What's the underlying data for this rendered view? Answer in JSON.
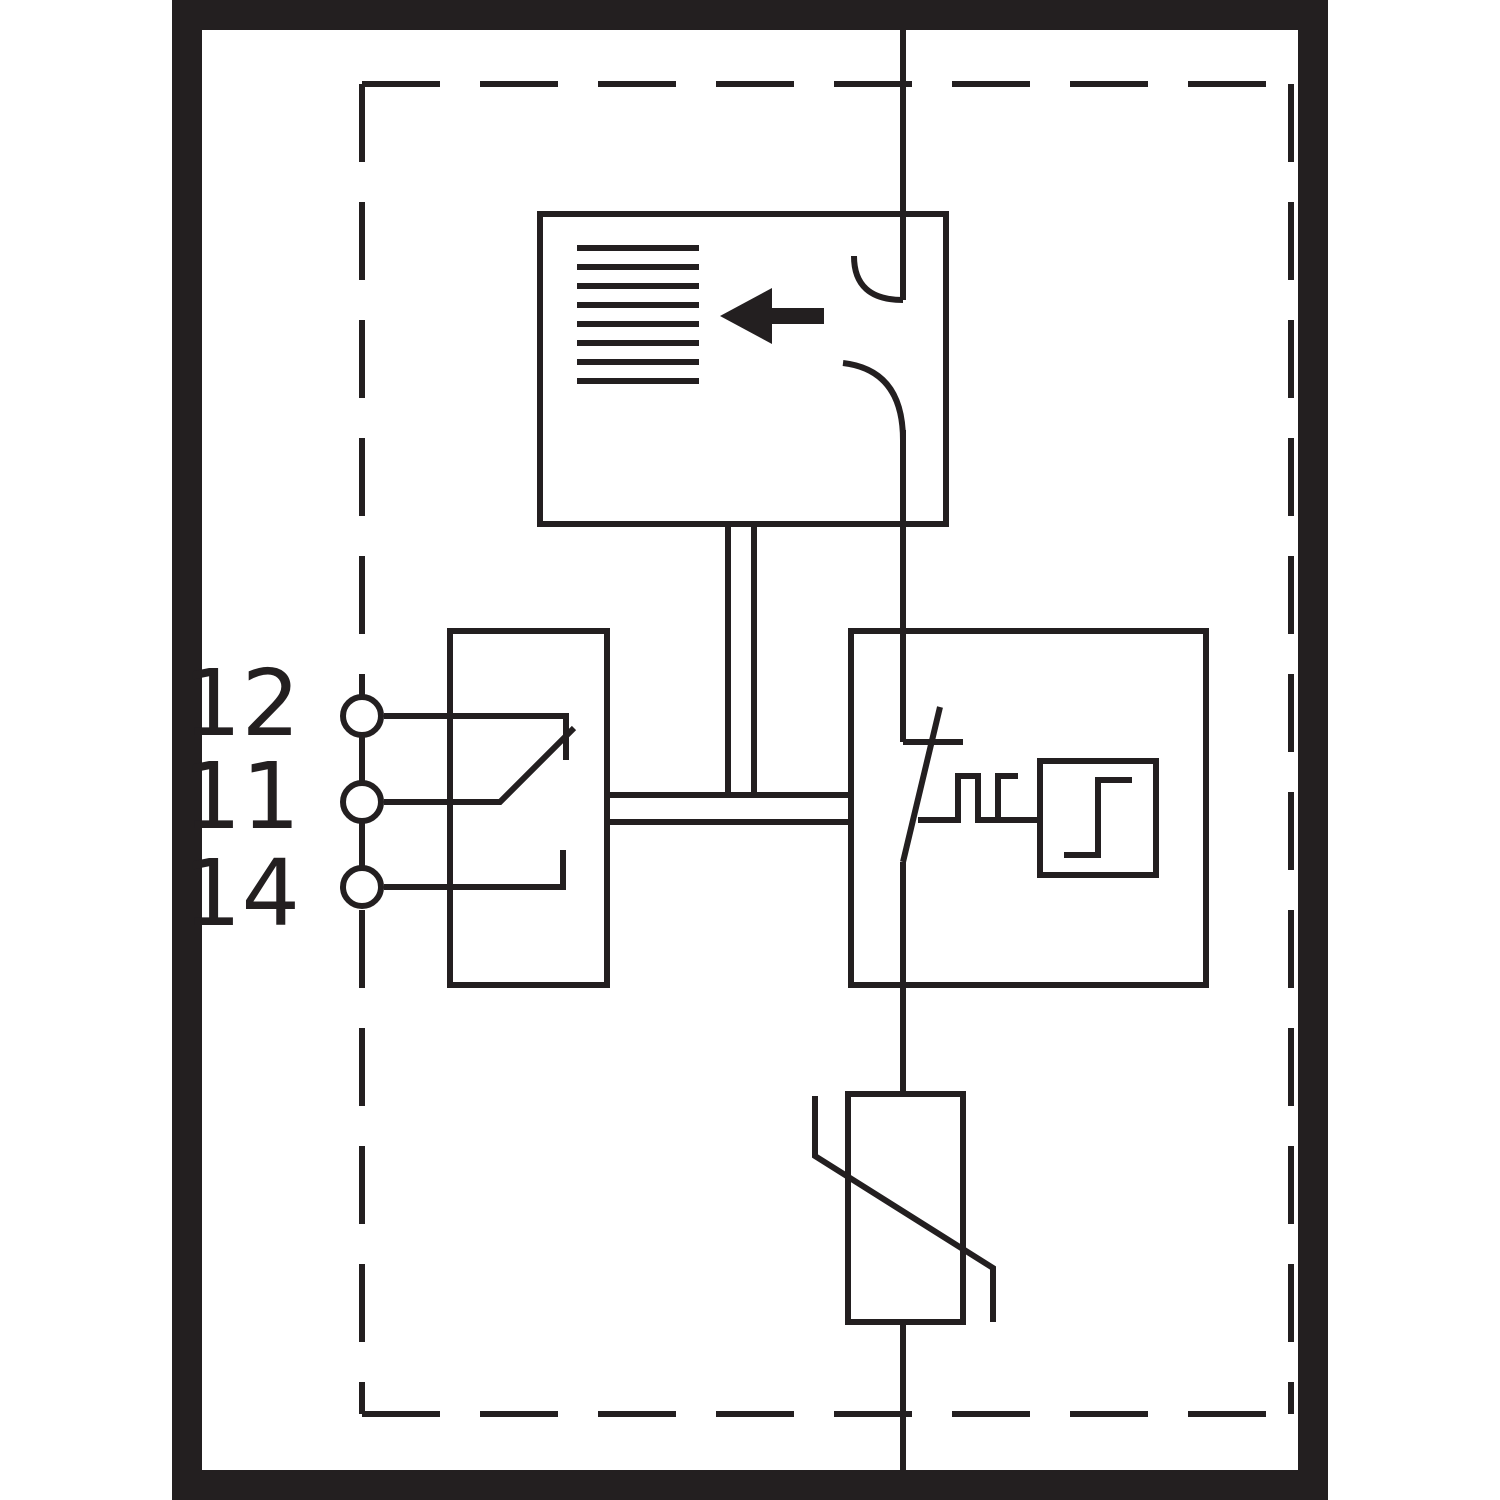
{
  "diagram": {
    "colors": {
      "line": "#231f20",
      "background": "#ffffff"
    },
    "terminals": [
      {
        "id": "12",
        "label": "12"
      },
      {
        "id": "11",
        "label": "11"
      },
      {
        "id": "14",
        "label": "14"
      }
    ]
  }
}
